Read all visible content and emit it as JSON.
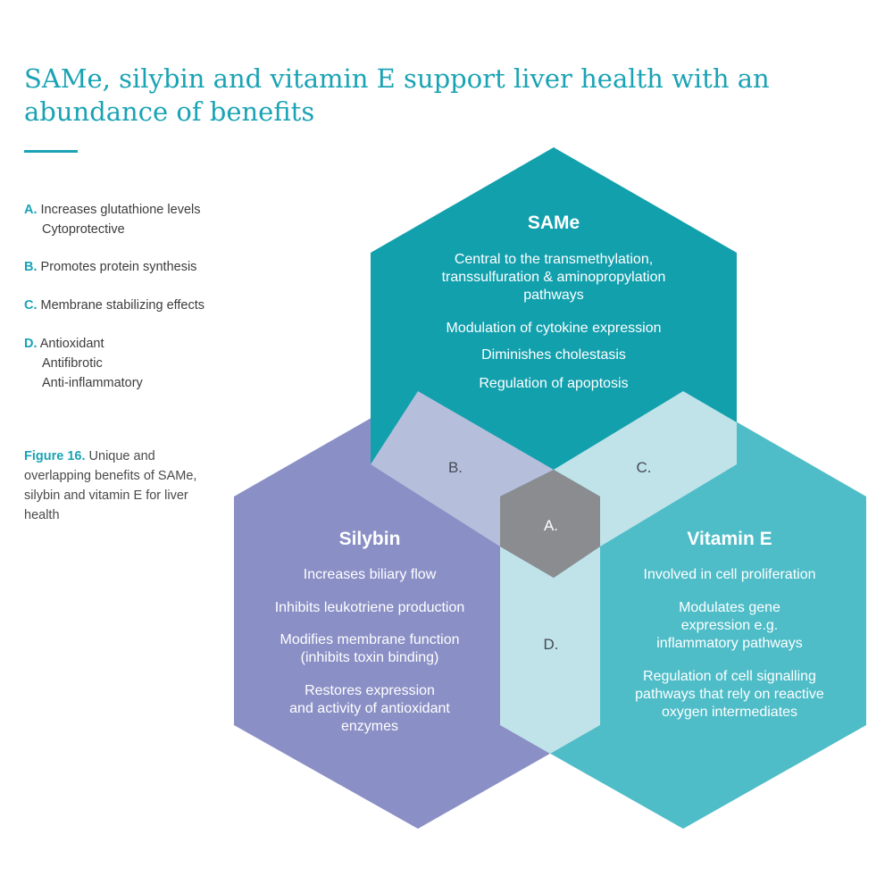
{
  "title": "SAMe, silybin and vitamin E support liver health with an abundance of benefits",
  "legend": [
    {
      "letter": "A.",
      "lines": [
        "Increases glutathione levels",
        "Cytoprotective"
      ]
    },
    {
      "letter": "B.",
      "lines": [
        "Promotes protein synthesis"
      ]
    },
    {
      "letter": "C.",
      "lines": [
        "Membrane stabilizing effects"
      ]
    },
    {
      "letter": "D.",
      "lines": [
        "Antioxidant",
        "Antifibrotic",
        "Anti-inflammatory"
      ]
    }
  ],
  "caption": {
    "label": "Figure 16.",
    "text": "Unique and overlapping benefits of SAMe, silybin and vitamin E for liver health"
  },
  "hexagons": {
    "same": {
      "title": "SAMe",
      "color": "#12a0ad",
      "lines": [
        "Central to the transmethylation,",
        "transsulfuration & aminopropylation",
        "pathways",
        "Modulation of cytokine expression",
        "Diminishes cholestasis",
        "Regulation of apoptosis"
      ]
    },
    "silybin": {
      "title": "Silybin",
      "color": "#8a8fc6",
      "lines": [
        "Increases biliary flow",
        "Inhibits leukotriene production",
        "Modifies membrane function",
        "(inhibits toxin binding)",
        "Restores expression",
        "and activity of antioxidant",
        "enzymes"
      ]
    },
    "vitamin_e": {
      "title": "Vitamin E",
      "color": "#4ebdc8",
      "lines": [
        "Involved in cell proliferation",
        "Modulates gene",
        "expression e.g.",
        "inflammatory pathways",
        "Regulation of cell signalling",
        "pathways that rely on reactive",
        "oxygen intermediates"
      ]
    }
  },
  "overlaps": {
    "a": {
      "label": "A.",
      "color": "#8a8c90"
    },
    "b": {
      "label": "B.",
      "color": "#b5bfdb"
    },
    "c": {
      "label": "C.",
      "color": "#bfe3e8"
    },
    "d": {
      "label": "D.",
      "color": "#bfe3e8"
    }
  }
}
